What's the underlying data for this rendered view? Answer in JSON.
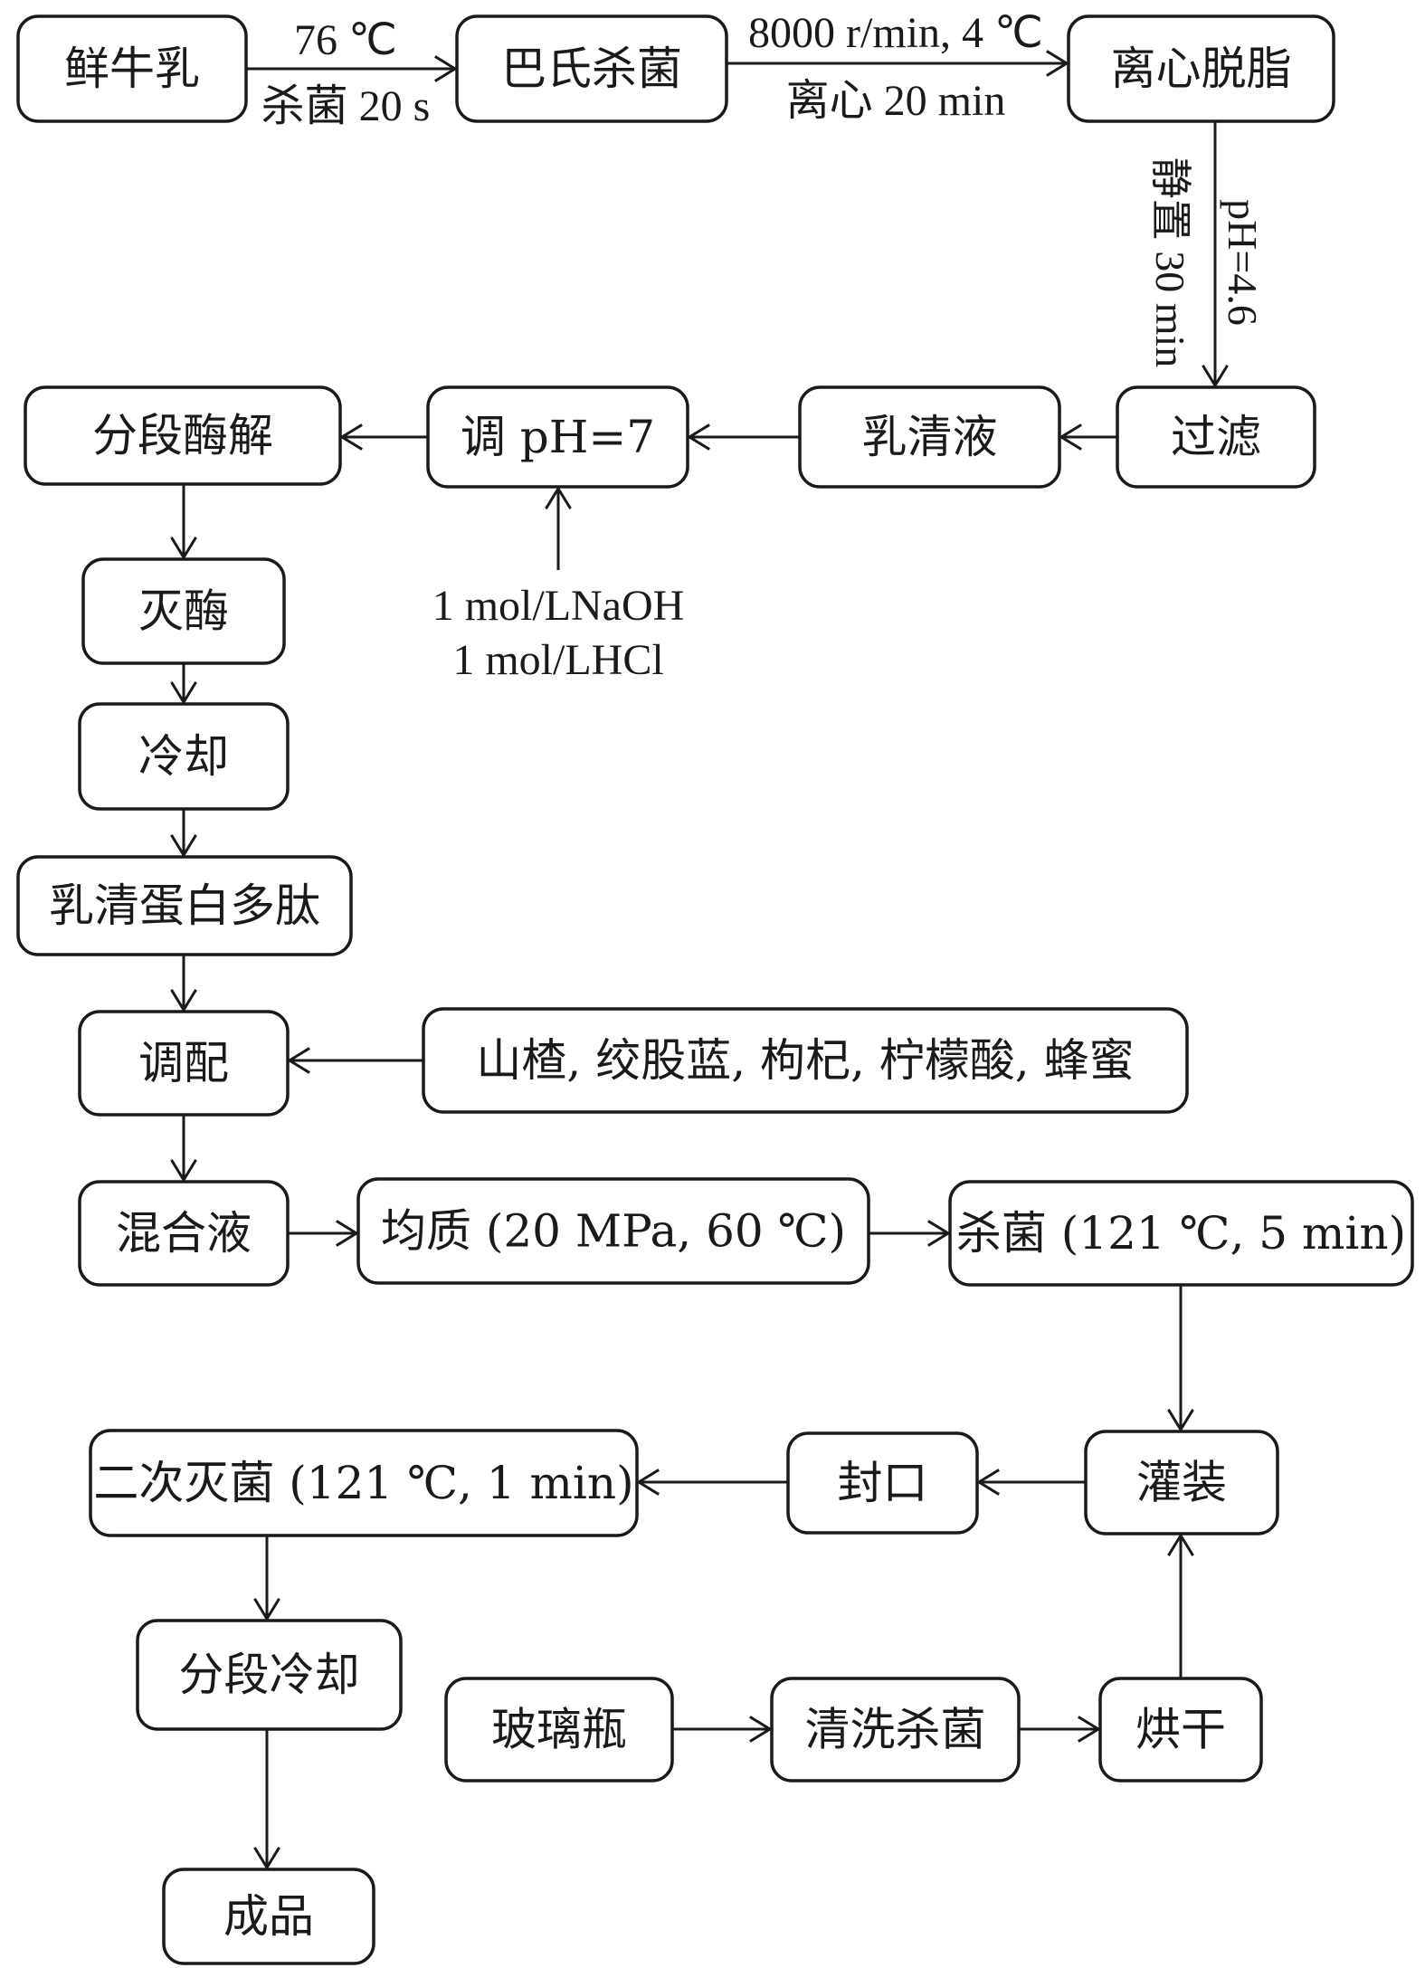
{
  "diagram": {
    "type": "process-flowchart",
    "nodes": [
      {
        "id": "fresh_milk",
        "label": "鲜牛乳"
      },
      {
        "id": "pasteurize",
        "label": "巴氏杀菌"
      },
      {
        "id": "skim",
        "label": "离心脱脂"
      },
      {
        "id": "filter",
        "label": "过滤"
      },
      {
        "id": "whey",
        "label": "乳清液"
      },
      {
        "id": "adjust_ph",
        "label": "调 pH=7"
      },
      {
        "id": "hydrolysis",
        "label": "分段酶解"
      },
      {
        "id": "inactivate",
        "label": "灭酶"
      },
      {
        "id": "cool",
        "label": "冷却"
      },
      {
        "id": "peptide",
        "label": "乳清蛋白多肽"
      },
      {
        "id": "blend",
        "label": "调配"
      },
      {
        "id": "ingredients",
        "label": "山楂, 绞股蓝, 枸杞, 柠檬酸, 蜂蜜"
      },
      {
        "id": "mixture",
        "label": "混合液"
      },
      {
        "id": "homogenize",
        "label": "均质 (20 MPa, 60 ℃)"
      },
      {
        "id": "sterilize",
        "label": "杀菌 (121 ℃, 5 min)"
      },
      {
        "id": "fill",
        "label": "灌装"
      },
      {
        "id": "seal",
        "label": "封口"
      },
      {
        "id": "resterilize",
        "label": "二次灭菌 (121 ℃, 1 min)"
      },
      {
        "id": "stage_cool",
        "label": "分段冷却"
      },
      {
        "id": "product",
        "label": "成品"
      },
      {
        "id": "bottle",
        "label": "玻璃瓶"
      },
      {
        "id": "wash",
        "label": "清洗杀菌"
      },
      {
        "id": "dry",
        "label": "烘干"
      }
    ],
    "edges": [
      {
        "from": "fresh_milk",
        "to": "pasteurize",
        "label_above": "76 ℃",
        "label_below": "杀菌 20 s"
      },
      {
        "from": "pasteurize",
        "to": "skim",
        "label_above": "8000 r/min, 4 ℃",
        "label_below": "离心 20 min"
      },
      {
        "from": "skim",
        "to": "filter",
        "label_left": "静置 30 min",
        "label_right": "pH=4.6"
      },
      {
        "from": "filter",
        "to": "whey"
      },
      {
        "from": "whey",
        "to": "adjust_ph"
      },
      {
        "from": "adjust_ph",
        "to": "hydrolysis"
      },
      {
        "from": "reagents",
        "to": "adjust_ph"
      },
      {
        "from": "hydrolysis",
        "to": "inactivate"
      },
      {
        "from": "inactivate",
        "to": "cool"
      },
      {
        "from": "cool",
        "to": "peptide"
      },
      {
        "from": "peptide",
        "to": "blend"
      },
      {
        "from": "ingredients",
        "to": "blend"
      },
      {
        "from": "blend",
        "to": "mixture"
      },
      {
        "from": "mixture",
        "to": "homogenize"
      },
      {
        "from": "homogenize",
        "to": "sterilize"
      },
      {
        "from": "sterilize",
        "to": "fill"
      },
      {
        "from": "fill",
        "to": "seal"
      },
      {
        "from": "seal",
        "to": "resterilize"
      },
      {
        "from": "resterilize",
        "to": "stage_cool"
      },
      {
        "from": "stage_cool",
        "to": "product"
      },
      {
        "from": "bottle",
        "to": "wash"
      },
      {
        "from": "wash",
        "to": "dry"
      },
      {
        "from": "dry",
        "to": "fill"
      }
    ],
    "reagents": {
      "line1": "1 mol/LNaOH",
      "line2": "1 mol/LHCl"
    },
    "colors": {
      "stroke": "#1a1a1a",
      "background": "#ffffff"
    }
  }
}
